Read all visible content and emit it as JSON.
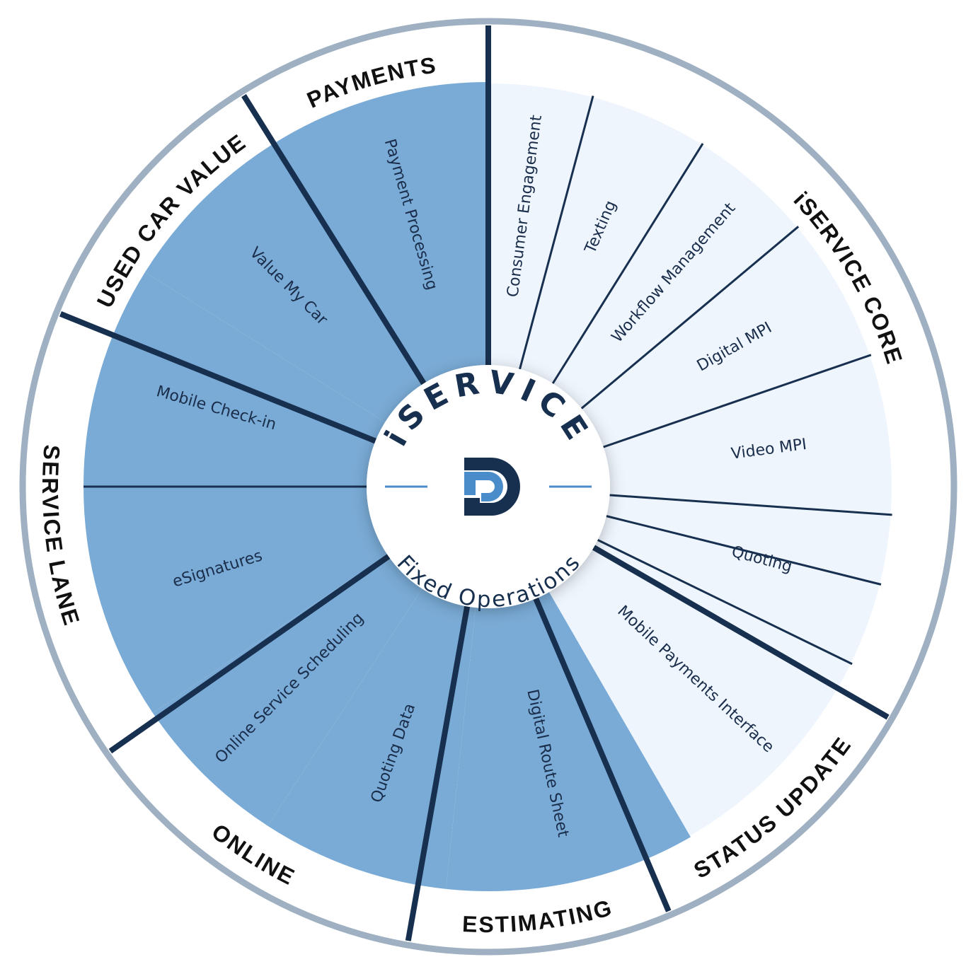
{
  "diagram": {
    "hub": {
      "title": "iSERVICE",
      "subtitle": "Fixed Operations",
      "logo": "d-logo-icon"
    },
    "colors": {
      "outer_ring": "#9eb0c1",
      "dark_segment": "#7aabd6",
      "light_segment": "#eef5fd",
      "divider": "#18304f",
      "logo_dark": "#18304f",
      "logo_light": "#4a8cc9"
    },
    "categories": [
      {
        "name": "PAYMENTS"
      },
      {
        "name": "USED CAR VALUE"
      },
      {
        "name": "SERVICE LANE"
      },
      {
        "name": "ONLINE"
      },
      {
        "name": "ESTIMATING"
      },
      {
        "name": "STATUS UPDATE"
      },
      {
        "name": "iSERVICE CORE"
      }
    ],
    "segments": [
      {
        "label": "Payment Processing",
        "category": "PAYMENTS"
      },
      {
        "label": "Value My Car",
        "category": "USED CAR VALUE"
      },
      {
        "label": "Mobile Check-in",
        "category": "SERVICE LANE"
      },
      {
        "label": "eSignatures",
        "category": "SERVICE LANE"
      },
      {
        "label": "Online Service Scheduling",
        "category": "ONLINE"
      },
      {
        "label": "Quoting Data",
        "category": "ESTIMATING"
      },
      {
        "label": "Digital Route Sheet",
        "category": "STATUS UPDATE"
      },
      {
        "label": "Mobile Payments Interface",
        "category": "iSERVICE CORE"
      },
      {
        "label": "Quoting",
        "category": "iSERVICE CORE"
      },
      {
        "label": "Video MPI",
        "category": "iSERVICE CORE"
      },
      {
        "label": "Digital MPI",
        "category": "iSERVICE CORE"
      },
      {
        "label": "Workflow Management",
        "category": "iSERVICE CORE"
      },
      {
        "label": "Texting",
        "category": "iSERVICE CORE"
      },
      {
        "label": "Consumer Engagement",
        "category": "iSERVICE CORE"
      }
    ]
  }
}
